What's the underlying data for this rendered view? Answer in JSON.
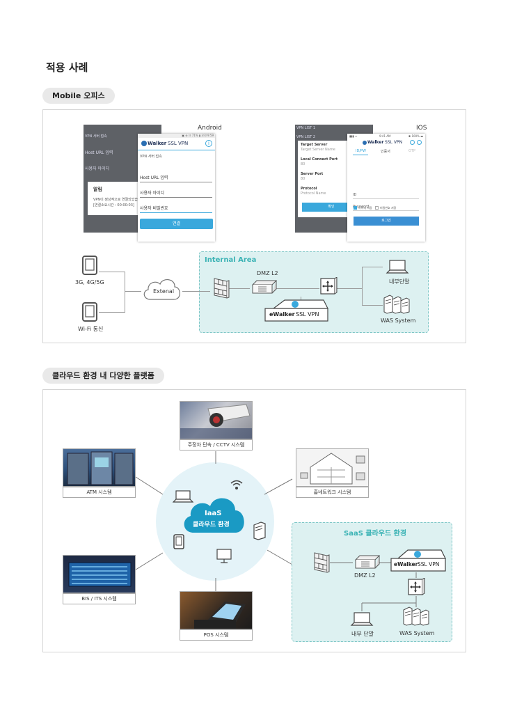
{
  "page_title": "적용 사례",
  "section1": {
    "pill": "Mobile 오피스",
    "android": {
      "platform_label": "Android",
      "bg_items": [
        "VPN 서버 접속",
        "Host URL 입력",
        "사용자 아이디"
      ],
      "dialog": {
        "title": "알림",
        "message_line1": "VPN이 정상적으로 연결되었습",
        "message_line2": "[연결소요시간 : 00:00:03]"
      },
      "status_bar": "▣ ⊕ ☷ 71% ▮ 오전 9:59",
      "app_brand_logo": "Walker",
      "app_brand_suffix": "SSL VPN",
      "section_label": "VPN 서버 접속",
      "fields": [
        "Host URL 입력",
        "사용자 아이디",
        "사용자 비밀번호"
      ],
      "button": "연결"
    },
    "ios": {
      "platform_label": "IOS",
      "bg_items": [
        "VPN LIST 1",
        "VPN LIST 2"
      ],
      "form_fields": [
        {
          "label": "Target Server",
          "value": "Target Server Name"
        },
        {
          "label": "Local Connect Port",
          "value": "80"
        },
        {
          "label": "Server Port",
          "value": "80"
        },
        {
          "label": "Protocol",
          "value": "Protocol Name"
        }
      ],
      "form_button": "확인",
      "status_left": "▮▮▮ ᯤ",
      "status_time": "9:41 AM",
      "status_right": "✱ 100% ▬",
      "app_brand_logo": "Walker",
      "app_brand_suffix": "SSL VPN",
      "tabs": [
        "ID/PW",
        "인증서",
        "OTP"
      ],
      "inputs": [
        "ID",
        "Password"
      ],
      "checks": [
        "아이디 저장",
        "비밀번호 저장"
      ],
      "login_button": "로그인"
    },
    "network": {
      "device_3g_label": "3G, 4G/5G",
      "device_wifi_label": "Wi-Fi 통신",
      "cloud_label": "Extenal",
      "internal_area_label": "Internal Area",
      "dmz_label": "DMZ L2",
      "vpn_brand": "eWalker",
      "vpn_suffix": "SSL VPN",
      "terminal_label": "내부단말",
      "was_label": "WAS System"
    }
  },
  "section2": {
    "pill": "클라우드 환경 내 다양한 플랫폼",
    "center_title": "IaaS",
    "center_subtitle": "클라우드 환경",
    "captions": {
      "cctv": "주정차 단속 / CCTV 시스템",
      "atm": "ATM 시스템",
      "home": "홈네트워크 시스템",
      "bis": "BIS / ITS 시스템",
      "pos": "POS 시스템"
    },
    "saas": {
      "title": "SaaS 클라우드 환경",
      "vpn_brand": "eWalker",
      "vpn_suffix": "SSL VPN",
      "dmz_label": "DMZ L2",
      "terminal_label": "내부 단말",
      "was_label": "WAS System"
    }
  },
  "colors": {
    "accent_blue": "#3aa8dc",
    "teal_area": "#ddf1f1",
    "teal_border": "#7cc6c6",
    "teal_text": "#3bb3b5",
    "cloud_circle": "#e4f3f8",
    "cloud_fill": "#1a9ac4"
  }
}
